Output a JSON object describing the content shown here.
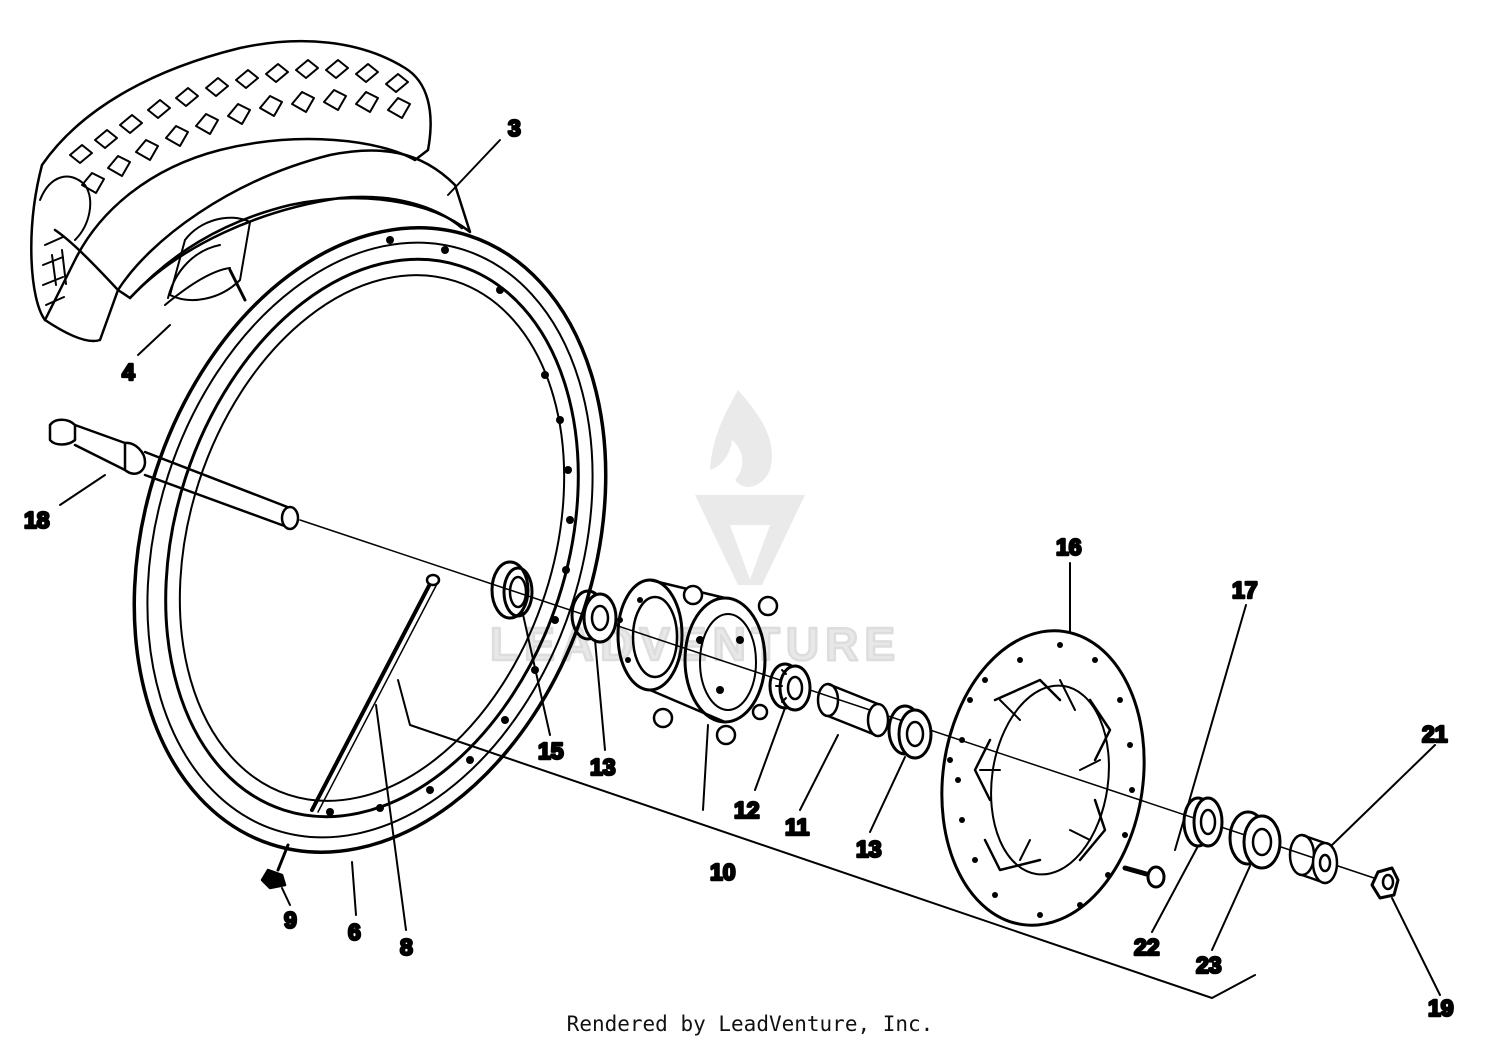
{
  "callouts": {
    "c3": "3",
    "c4": "4",
    "c18": "18",
    "c16": "16",
    "c17": "17",
    "c21": "21",
    "c15": "15",
    "c13a": "13",
    "c12": "12",
    "c11": "11",
    "c13b": "13",
    "c10": "10",
    "c9": "9",
    "c6": "6",
    "c8": "8",
    "c22": "22",
    "c23": "23",
    "c19": "19"
  },
  "watermark": {
    "text": "LEADVENTURE"
  },
  "footer": {
    "text": "Rendered by LeadVenture, Inc."
  }
}
